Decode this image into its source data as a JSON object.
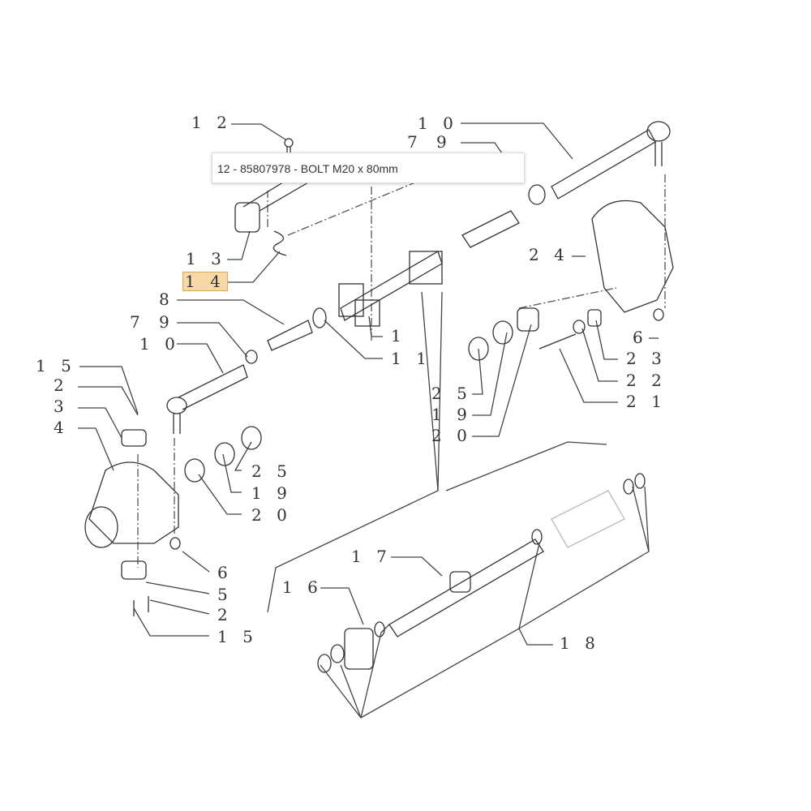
{
  "tooltip": {
    "text": "12 - 85807978 - BOLT M20 x 80mm"
  },
  "highlight_color": "#f6d9a6",
  "labels": [
    "1 2",
    "1 0",
    "7",
    "9",
    "1 3",
    "1 4",
    "8",
    "7",
    "9",
    "1 0",
    "1 5",
    "2",
    "3",
    "4",
    "2 4",
    "1",
    "1 1",
    "6",
    "2 3",
    "2 2",
    "2 1",
    "2 5",
    "1 9",
    "2 0",
    "2 5",
    "1 9",
    "2 0",
    "6",
    "5",
    "2",
    "1 5",
    "1 7",
    "1 6",
    "1 8"
  ],
  "highlighted_label": "1 4"
}
